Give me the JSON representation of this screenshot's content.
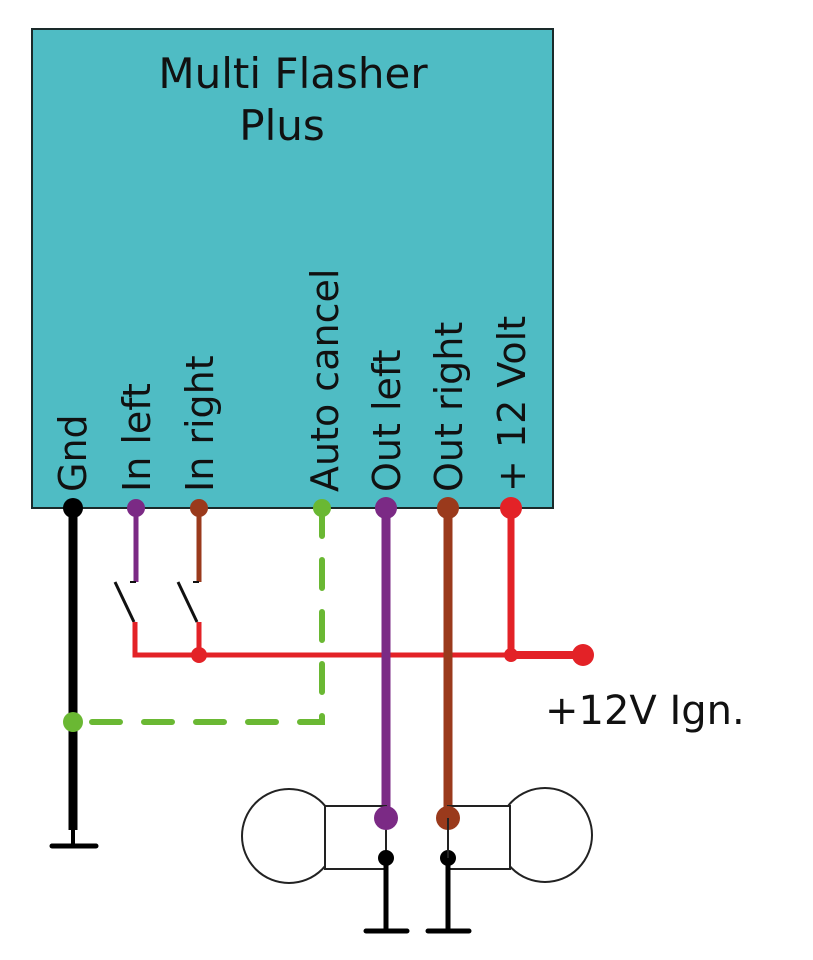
{
  "module": {
    "title_line1": "Multi Flasher",
    "title_line2": "Plus",
    "fill_color": "#4fbcc4"
  },
  "pins": [
    {
      "label": "Gnd",
      "color": "#000000"
    },
    {
      "label": "In left",
      "color": "#7b2a85"
    },
    {
      "label": "In right",
      "color": "#9a3a1c"
    },
    {
      "label": "Auto cancel",
      "color": "#6ab833"
    },
    {
      "label": "Out left",
      "color": "#7b2a85"
    },
    {
      "label": "Out right",
      "color": "#9a3a1c"
    },
    {
      "label": "+ 12 Volt",
      "color": "#e32227"
    }
  ],
  "supply": {
    "label": "+12V Ign.",
    "color": "#e32227"
  },
  "components": {
    "switches": [
      "left-indicator-switch",
      "right-indicator-switch"
    ],
    "lamps": [
      "left-lamp",
      "right-lamp"
    ]
  }
}
